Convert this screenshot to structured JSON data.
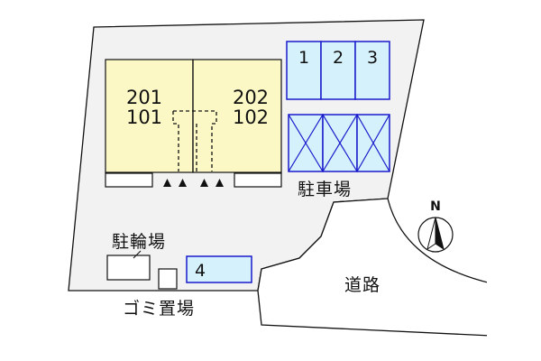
{
  "colors": {
    "site_fill": "#f2f2f2",
    "building_fill": "#fbf8c6",
    "parking_fill": "#d5f1fb",
    "parking_stroke": "#1a1acc",
    "road_fill": "#ffffff",
    "line": "#111111"
  },
  "building": {
    "left_upper": "201",
    "left_lower": "101",
    "right_upper": "202",
    "right_lower": "102"
  },
  "parking": {
    "numbered_slots": [
      "1",
      "2",
      "3"
    ],
    "extra_slot": "4",
    "label": "駐車場"
  },
  "bicycle_parking": {
    "label": "駐輪場"
  },
  "garbage": {
    "label": "ゴミ置場"
  },
  "road": {
    "label": "道路"
  },
  "compass": {
    "north": "N",
    "icon": "north-arrow-icon"
  }
}
